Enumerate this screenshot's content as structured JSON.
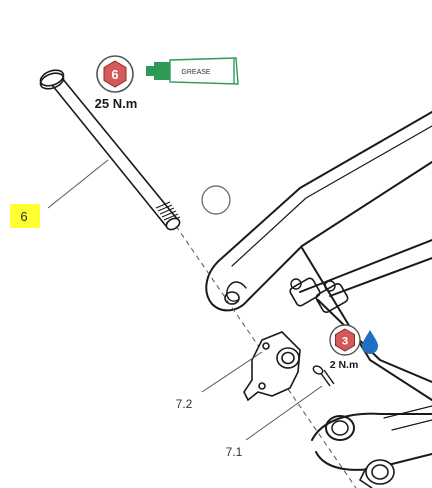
{
  "callouts": {
    "axle_ref": "6",
    "derailleur_hanger_ref": "7.2",
    "hanger_bolt_ref": "7.1"
  },
  "torque_axle": {
    "tool_size": "6",
    "value": "25 N.m",
    "lubricant": "GREASE"
  },
  "torque_hanger_bolt": {
    "tool_size": "3",
    "value": "2 N.m",
    "threadlock_icon": "blue-drop-icon"
  },
  "colors": {
    "highlight": "#ffff33",
    "hex_badge": "#d45a5a",
    "grease_tube": "#2e9a57",
    "threadlock": "#1f6fc2"
  }
}
